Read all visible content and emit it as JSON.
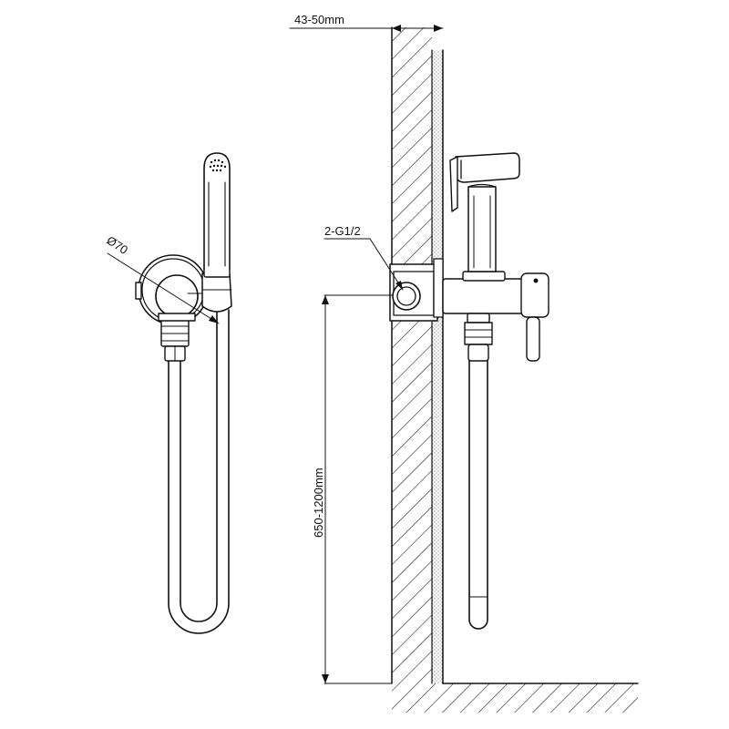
{
  "labels": {
    "wall_depth": "43-50mm",
    "diameter": "Ø70",
    "thread": "2-G1/2",
    "mount_height": "650-1200mm"
  },
  "colors": {
    "line": "#111111",
    "background": "#ffffff"
  }
}
